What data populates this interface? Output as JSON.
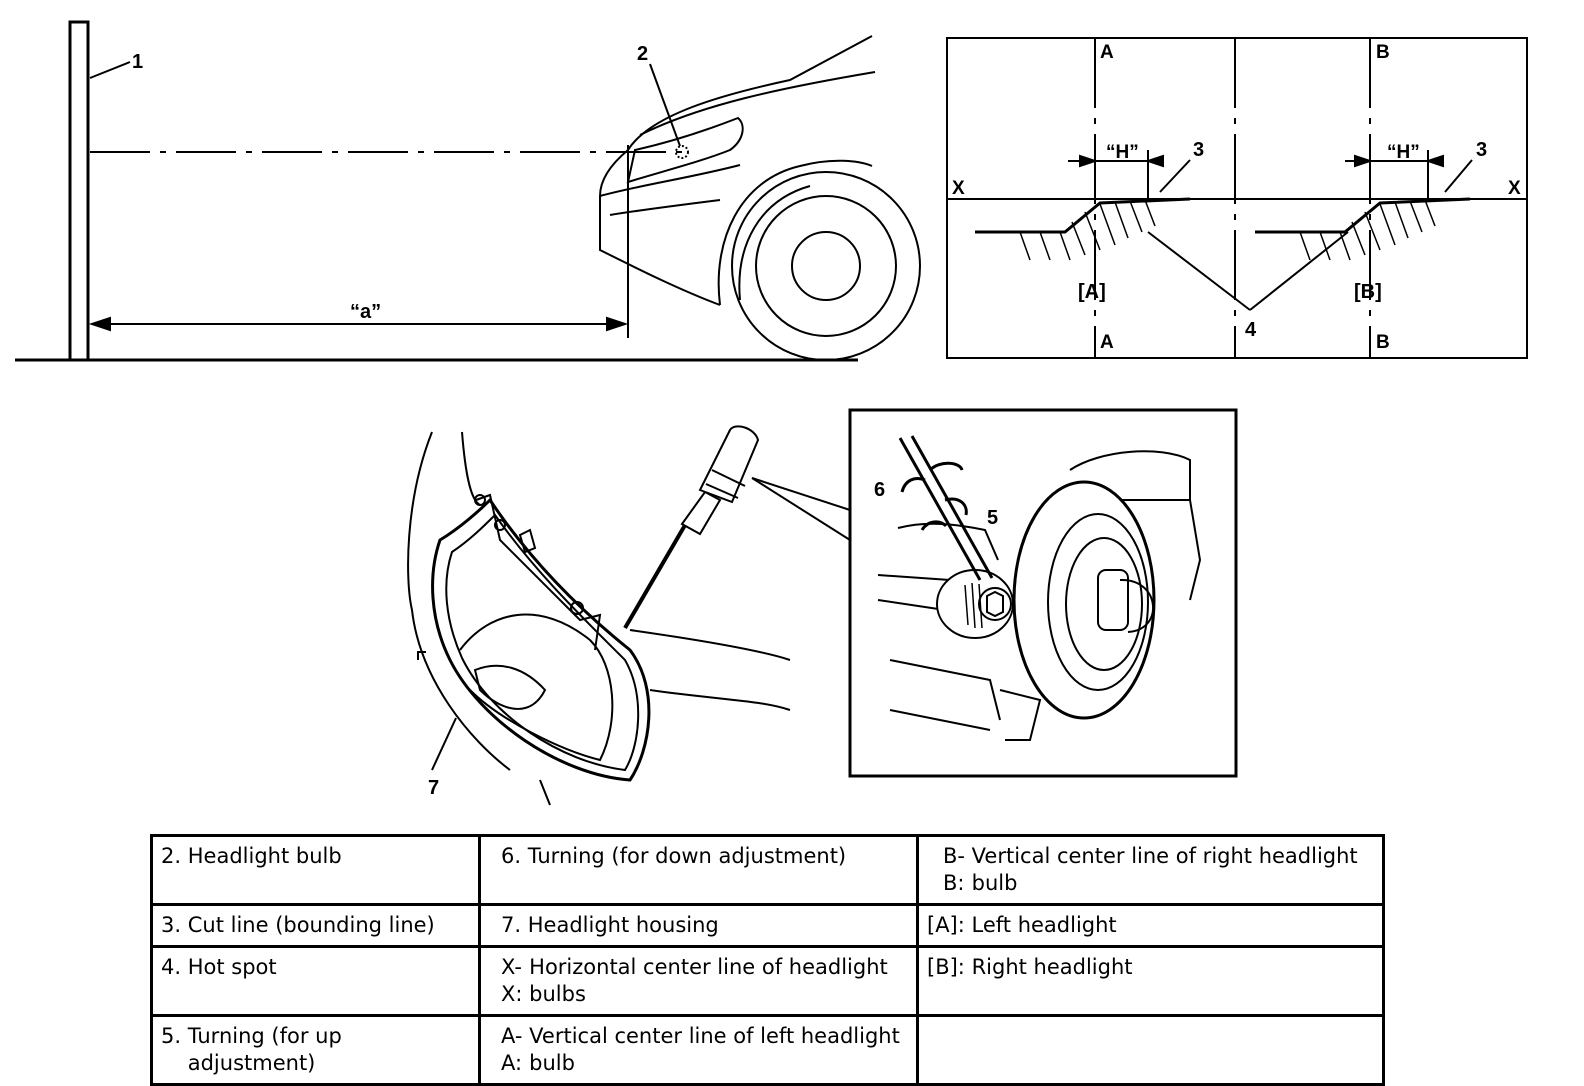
{
  "diagram": {
    "callouts": {
      "n1": "1",
      "n2": "2",
      "n3a": "3",
      "n3b": "3",
      "n4": "4",
      "n5": "5",
      "n6": "6",
      "n7": "7"
    },
    "distance_label": "“a”",
    "screen": {
      "col_a_top": "A",
      "col_b_top": "B",
      "col_a_bottom": "A",
      "col_b_bottom": "B",
      "x_left": "X",
      "x_right": "X",
      "h_left": "“H”",
      "h_right": "“H”",
      "lamp_a": "[A]",
      "lamp_b": "[B]"
    }
  },
  "legend": {
    "rows": [
      [
        {
          "key": "2.",
          "text": "Headlight bulb"
        },
        {
          "key": "6.",
          "text": "Turning (for down adjustment)"
        },
        {
          "key": "B-",
          "key2": "B:",
          "text": "Vertical center line of right headlight bulb"
        }
      ],
      [
        {
          "key": "3.",
          "text": "Cut line (bounding line)"
        },
        {
          "key": "7.",
          "text": "Headlight housing"
        },
        {
          "key": "[A]:",
          "text": "Left headlight"
        }
      ],
      [
        {
          "key": "4.",
          "text": "Hot spot"
        },
        {
          "key": "X-",
          "key2": "X:",
          "text": "Horizontal center line of headlight bulbs"
        },
        {
          "key": "[B]:",
          "text": "Right headlight"
        }
      ],
      [
        {
          "key": "5.",
          "text": "Turning (for up adjustment)"
        },
        {
          "key": "A-",
          "key2": "A:",
          "text": "Vertical center line of left headlight bulb"
        },
        {
          "key": "",
          "text": ""
        }
      ]
    ]
  }
}
